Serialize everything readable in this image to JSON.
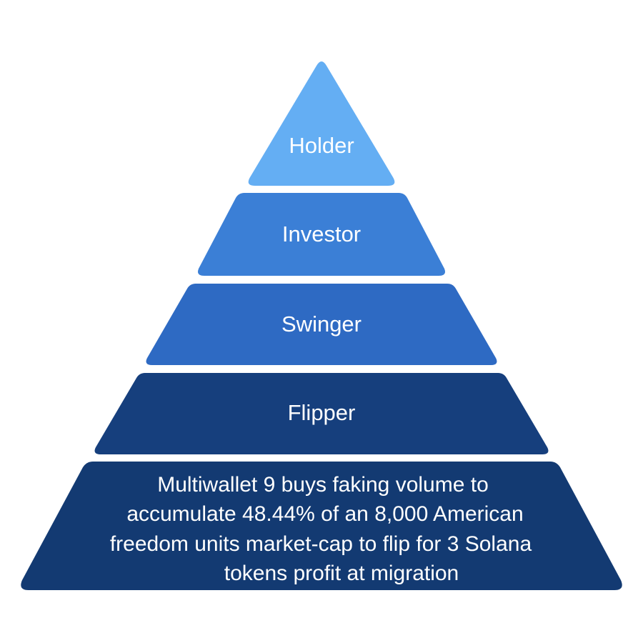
{
  "pyramid": {
    "tiers": [
      {
        "label": "Holder",
        "color": "#64aef3"
      },
      {
        "label": "Investor",
        "color": "#3b7fd6"
      },
      {
        "label": "Swinger",
        "color": "#2e6ac3"
      },
      {
        "label": "Flipper",
        "color": "#163f7d"
      },
      {
        "label_lines": [
          "Multiwallet 9 buys faking volume to",
          "accumulate 48.44% of an 8,000 American",
          "freedom units market-cap to flip for 3 Solana",
          "tokens profit at migration"
        ],
        "color": "#133a72"
      }
    ]
  }
}
